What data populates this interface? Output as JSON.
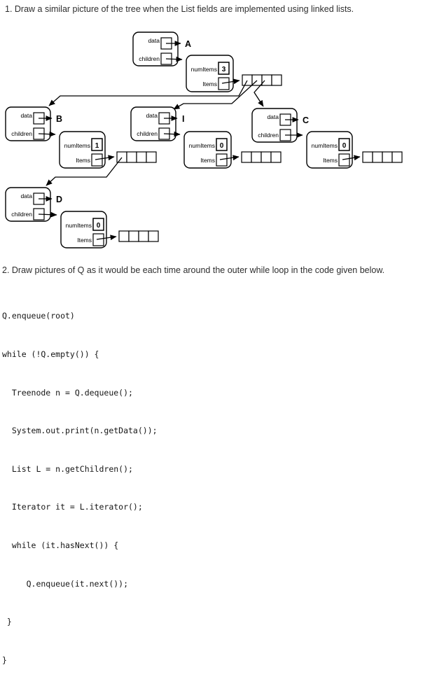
{
  "question1": "1. Draw a similar picture of the tree when the List fields are implemented using linked lists.",
  "question2": "2. Draw pictures of Q as it would be each time around the outer while loop in the code given below.",
  "diagram": {
    "labels": {
      "data": "data",
      "children": "children",
      "numitems": "numItems",
      "items": "Items"
    },
    "nodes": {
      "A": {
        "value": "A",
        "numitems": "3"
      },
      "B": {
        "value": "B",
        "numitems": "1"
      },
      "I": {
        "value": "I",
        "numitems": "0"
      },
      "C": {
        "value": "C",
        "numitems": "0"
      },
      "D": {
        "value": "D",
        "numitems": "0"
      }
    }
  },
  "code": {
    "lines": [
      "Q.enqueue(root)",
      "while (!Q.empty()) {",
      "  Treenode n = Q.dequeue();",
      "  System.out.print(n.getData());",
      "  List L = n.getChildren();",
      "  Iterator it = L.iterator();",
      "  while (it.hasNext()) {",
      "     Q.enqueue(it.next());",
      " }",
      "}"
    ]
  }
}
